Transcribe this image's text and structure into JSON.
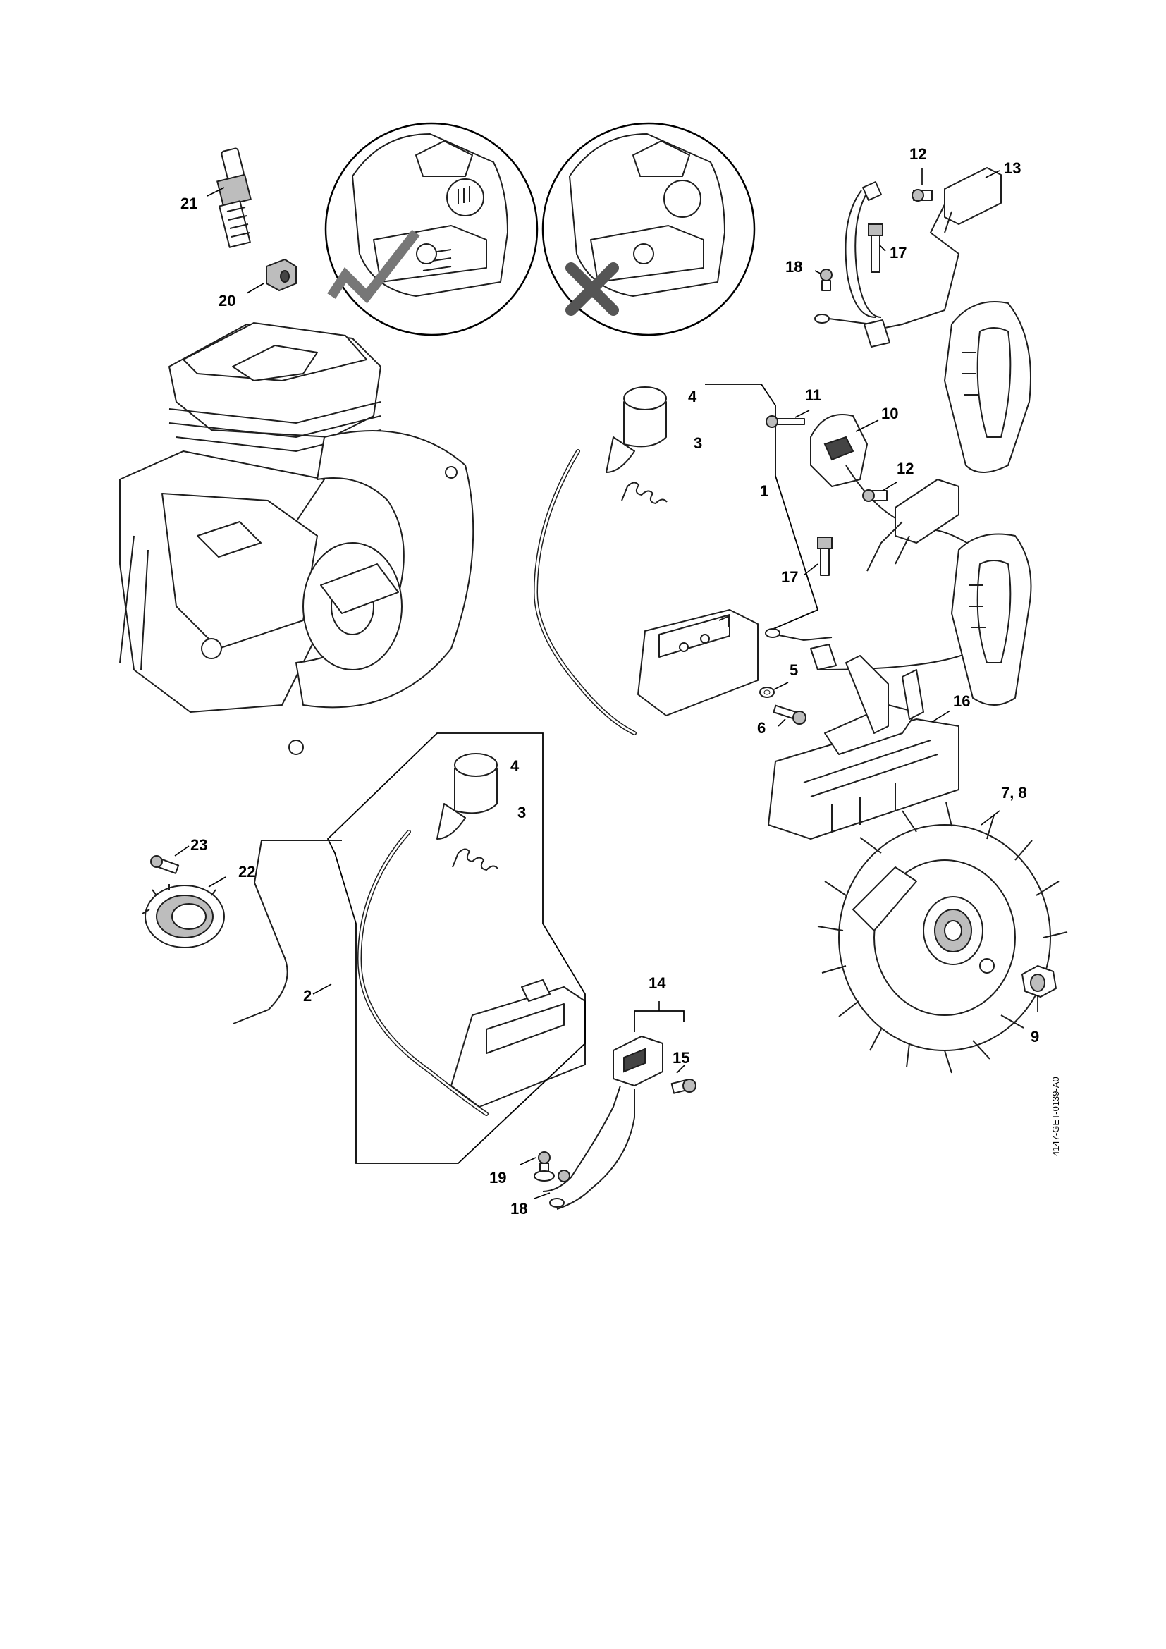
{
  "drawing_code": "4147-GET-0139-A0",
  "callouts": {
    "c1": "1",
    "c2": "2",
    "c3a": "3",
    "c3b": "3",
    "c4a": "4",
    "c4b": "4",
    "c5": "5",
    "c6": "6",
    "c78": "7, 8",
    "c9": "9",
    "c10": "10",
    "c11": "11",
    "c12a": "12",
    "c12b": "12",
    "c13": "13",
    "c14": "14",
    "c15": "15",
    "c16": "16",
    "c17a": "17",
    "c17b": "17",
    "c18a": "18",
    "c18b": "18",
    "c19": "19",
    "c20": "20",
    "c21": "21",
    "c22": "22",
    "c23": "23"
  },
  "detail_views": {
    "correct_mark": "check-icon",
    "incorrect_mark": "cross-icon"
  }
}
